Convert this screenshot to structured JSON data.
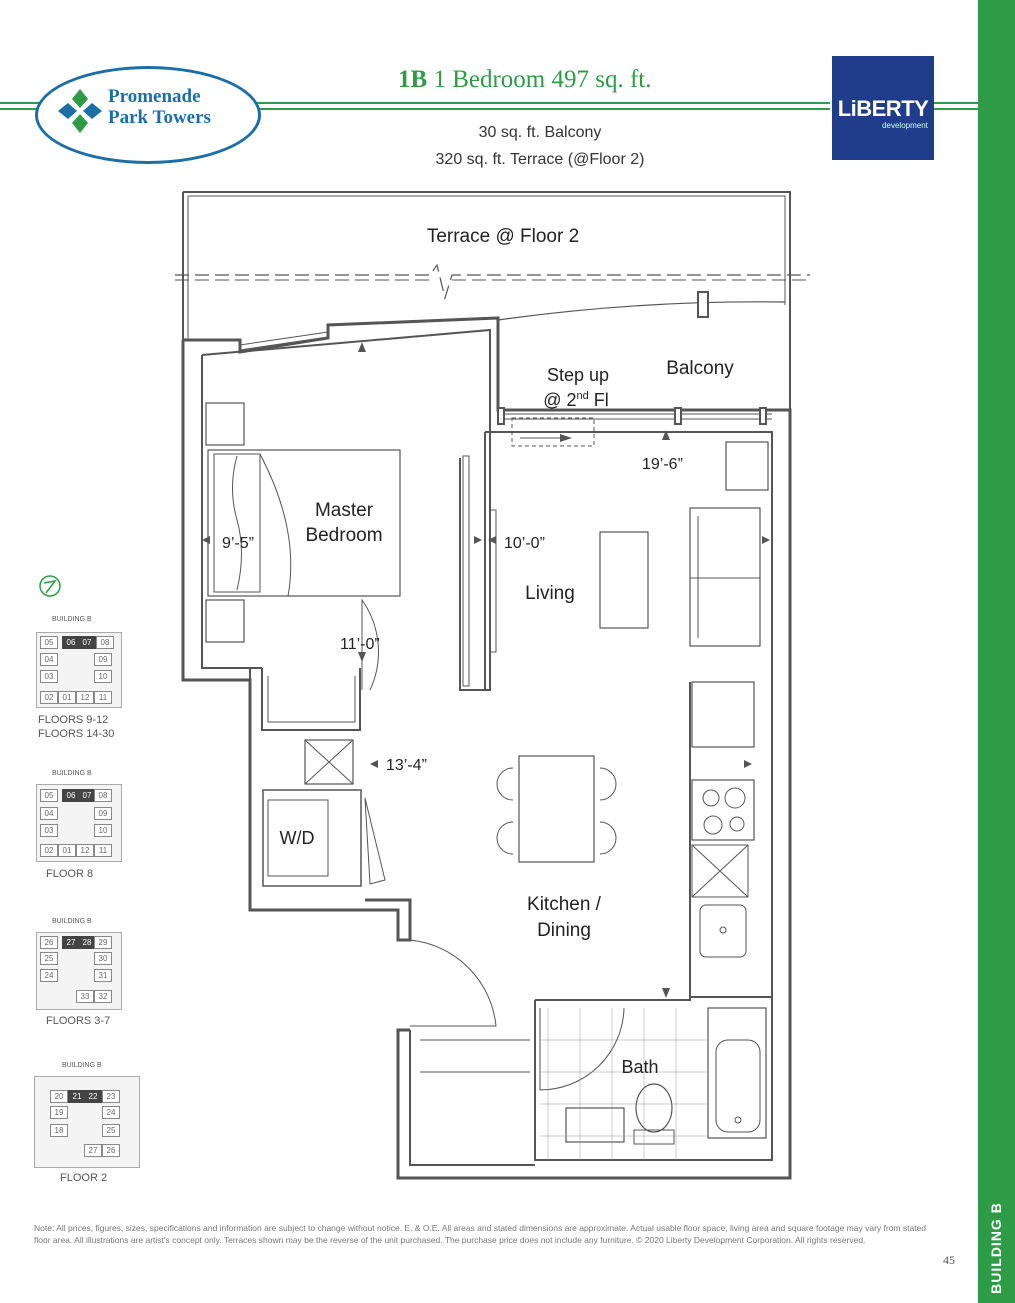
{
  "header": {
    "brand_line1": "Promenade",
    "brand_line2": "Park Towers",
    "title_code": "1B",
    "title_rest": "1 Bedroom 497 sq. ft.",
    "balcony": "30 sq. ft. Balcony",
    "terrace": "320 sq. ft. Terrace (@Floor 2)",
    "developer_name": "LiBERTY",
    "developer_sub": "development"
  },
  "colors": {
    "accent": "#2e9b47",
    "brand_blue": "#1b6fa6",
    "developer_blue": "#1f3d8a"
  },
  "plan": {
    "terrace": "Terrace @ Floor 2",
    "balcony": "Balcony",
    "step_up_1": "Step up",
    "step_up_2": "@ 2",
    "step_up_sup": "nd",
    "step_up_3": " Fl",
    "dim_balcony": "19’-6”",
    "bedroom_1": "Master",
    "bedroom_2": "Bedroom",
    "dim_bedroom_w": "9’-5”",
    "dim_living_w": "10’-0”",
    "living": "Living",
    "dim_bedroom_l": "11’-0”",
    "dim_kitchen": "13’-4”",
    "wd": "W/D",
    "kitchen_1": "Kitchen /",
    "kitchen_2": "Dining",
    "bath": "Bath"
  },
  "keyplans": [
    {
      "building": "BUILDING B",
      "caption_1": "FLOORS 9-12",
      "caption_2": "FLOORS 14-30",
      "units": [
        "05",
        "06",
        "07",
        "08",
        "04",
        "09",
        "03",
        "10",
        "02",
        "01",
        "12",
        "11"
      ],
      "highlight": [
        "06",
        "07"
      ]
    },
    {
      "building": "BUILDING B",
      "caption_1": "FLOOR 8",
      "caption_2": "",
      "units": [
        "05",
        "06",
        "07",
        "08",
        "04",
        "09",
        "03",
        "10",
        "02",
        "01",
        "12",
        "11"
      ],
      "highlight": [
        "06",
        "07"
      ]
    },
    {
      "building": "BUILDING B",
      "caption_1": "FLOORS 3-7",
      "caption_2": "",
      "units": [
        "26",
        "27",
        "28",
        "29",
        "25",
        "30",
        "24",
        "31",
        "33",
        "32"
      ],
      "highlight": [
        "27",
        "28"
      ]
    },
    {
      "building": "BUILDING B",
      "caption_1": "FLOOR 2",
      "caption_2": "",
      "units": [
        "20",
        "21",
        "22",
        "23",
        "19",
        "24",
        "18",
        "25",
        "27",
        "26"
      ],
      "highlight": [
        "21",
        "22"
      ]
    }
  ],
  "footer": {
    "note": "Note: All prices, figures, sizes, specifications and information are subject to change without notice. E. & O.E. All areas and stated dimensions are approximate. Actual usable floor space, living area and square footage may vary from stated floor area. All illustrations are artist's concept only. Terraces shown may be the reverse of the unit purchased. The purchase price does not include any furniture. © 2020 Liberty Development Corporation. All rights reserved.",
    "page": "45",
    "side_label": "BUILDING B"
  }
}
